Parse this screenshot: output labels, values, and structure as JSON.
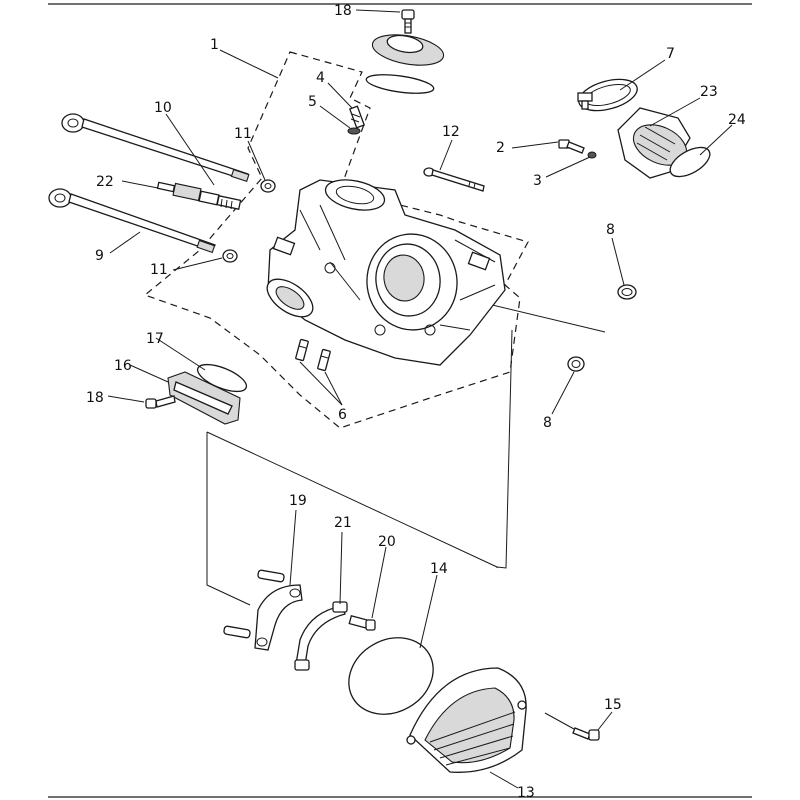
{
  "callouts": {
    "c1": "1",
    "c2": "2",
    "c3": "3",
    "c4": "4",
    "c5": "5",
    "c6": "6",
    "c7": "7",
    "c8a": "8",
    "c8b": "8",
    "c9": "9",
    "c10": "10",
    "c11a": "11",
    "c11b": "11",
    "c12": "12",
    "c13": "13",
    "c14": "14",
    "c15": "15",
    "c16": "16",
    "c17": "17",
    "c18a": "18",
    "c18b": "18",
    "c19": "19",
    "c20": "20",
    "c21": "21",
    "c22": "22",
    "c23": "23",
    "c24": "24"
  }
}
